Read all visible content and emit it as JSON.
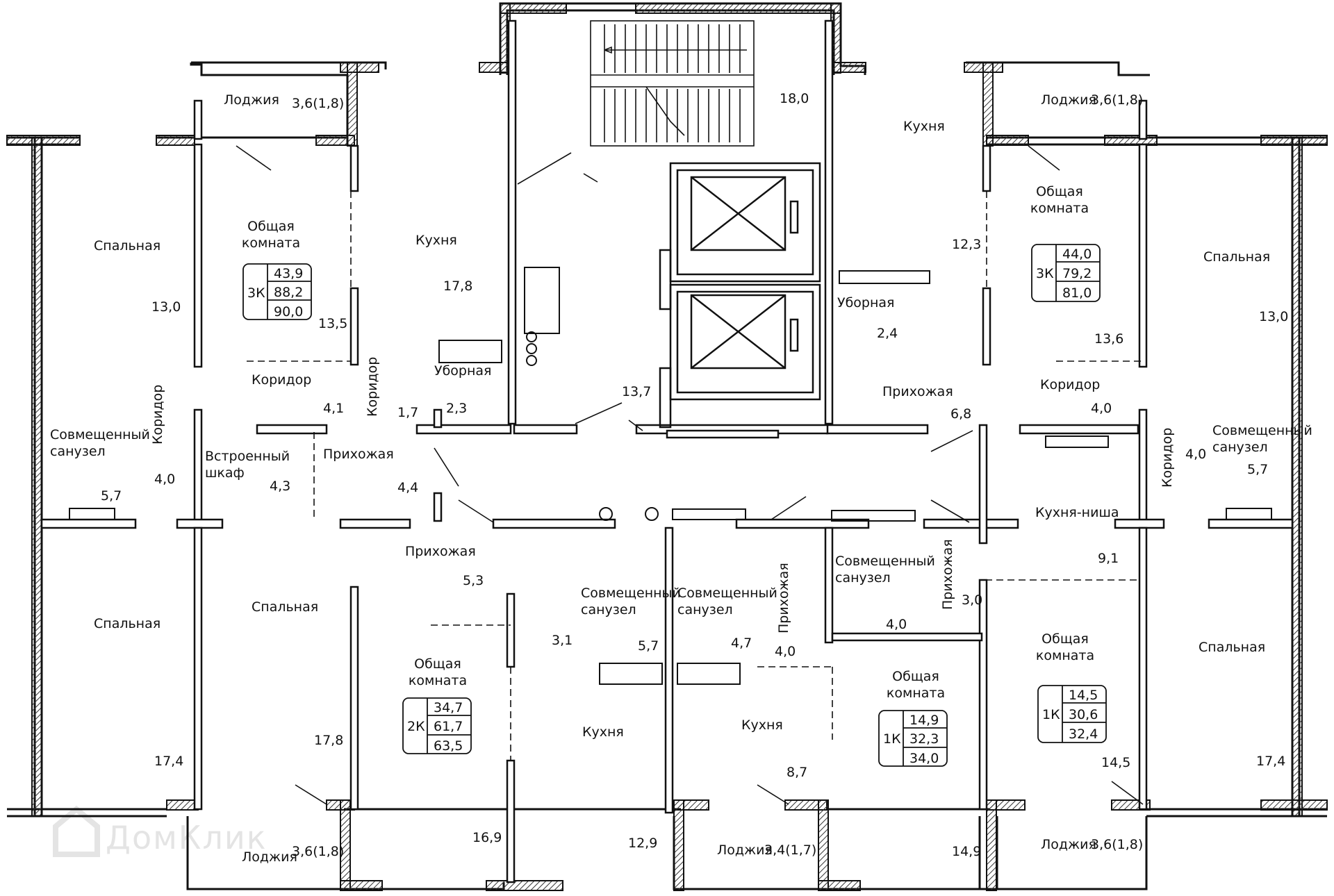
{
  "watermark": "ДомКлик",
  "colors": {
    "line": "#111111",
    "hatch": "#333333",
    "background": "#ffffff",
    "watermark": "#e4e4e4"
  },
  "rooms": [
    {
      "name": "loggia-nw",
      "label": "Лоджия",
      "area": "3,6(1,8)"
    },
    {
      "name": "loggia-ne",
      "label": "Лоджия",
      "area": "3,6(1,8)"
    },
    {
      "name": "loggia-sw",
      "label": "Лоджия",
      "area": "3,6(1,8)"
    },
    {
      "name": "loggia-s",
      "label": "Лоджия",
      "area": "3,4(1,7)"
    },
    {
      "name": "loggia-se",
      "label": "Лоджия",
      "area": "3,6(1,8)"
    },
    {
      "name": "stair-hall",
      "label": "",
      "area": "18,0"
    },
    {
      "name": "kitchen-nw",
      "label": "Кухня",
      "area": "17,8"
    },
    {
      "name": "kitchen-ne",
      "label": "Кухня",
      "area": "12,3"
    },
    {
      "name": "living-nw",
      "label": "Общая комната",
      "area": "13,5"
    },
    {
      "name": "living-ne",
      "label": "Общая комната",
      "area": "13,6"
    },
    {
      "name": "bedroom-nw",
      "label": "Спальная",
      "area": "13,0"
    },
    {
      "name": "bedroom-ne",
      "label": "Спальная",
      "area": "13,0"
    },
    {
      "name": "bathroom-w",
      "label": "Совмещенный санузел",
      "area": "5,7"
    },
    {
      "name": "bathroom-e",
      "label": "Совмещенный санузел",
      "area": "5,7"
    },
    {
      "name": "corridor-w-vertical",
      "label": "Коридор",
      "area": "4,0"
    },
    {
      "name": "corridor-e-vertical",
      "label": "Коридор",
      "area": "4,0"
    },
    {
      "name": "corridor-nw",
      "label": "Коридор",
      "area": "4,1"
    },
    {
      "name": "corridor-ne",
      "label": "Коридор",
      "area": "4,0"
    },
    {
      "name": "corridor-center-vertical",
      "label": "Коридор",
      "area": ""
    },
    {
      "name": "wardrobe",
      "label": "Встроенный шкаф",
      "area": "4,3"
    },
    {
      "name": "hallway-nw",
      "label": "Прихожая",
      "area": "4,4"
    },
    {
      "name": "hallway-ne",
      "label": "Прихожая",
      "area": "6,8"
    },
    {
      "name": "toilet-w",
      "label": "Уборная",
      "area": "1,7"
    },
    {
      "name": "toilet-w-extra",
      "label": "",
      "area": "2,3"
    },
    {
      "name": "toilet-e",
      "label": "Уборная",
      "area": "2,4"
    },
    {
      "name": "lobby",
      "label": "",
      "area": "13,7"
    },
    {
      "name": "kitchen-niche",
      "label": "Кухня-ниша",
      "area": "9,1"
    },
    {
      "name": "hallway-e-small",
      "label": "Прихожая",
      "area": "3,0"
    },
    {
      "name": "bathroom-center-e",
      "label": "Совмещенный санузел",
      "area": "4,0"
    },
    {
      "name": "hallway-sw",
      "label": "Прихожая",
      "area": "5,3"
    },
    {
      "name": "bedroom-sw-far",
      "label": "Спальная",
      "area": "17,4"
    },
    {
      "name": "bedroom-sw",
      "label": "Спальная",
      "area": "17,8"
    },
    {
      "name": "living-s2k",
      "label": "Общая комната",
      "area": "16,9"
    },
    {
      "name": "bathroom-s-left",
      "label": "Совмещенный санузел",
      "area": "5,7"
    },
    {
      "name": "hallway-s-small",
      "label": "",
      "area": "3,1"
    },
    {
      "name": "kitchen-s-left",
      "label": "Кухня",
      "area": "12,9"
    },
    {
      "name": "bathroom-s-right",
      "label": "Совмещенный санузел",
      "area": "4,7"
    },
    {
      "name": "hallway-s-right",
      "label": "Прихожая",
      "area": "4,0"
    },
    {
      "name": "kitchen-s-right",
      "label": "Кухня",
      "area": "8,7"
    },
    {
      "name": "living-s1k",
      "label": "Общая комната",
      "area": "14,9"
    },
    {
      "name": "living-se1k",
      "label": "Общая комната",
      "area": "14,5"
    },
    {
      "name": "bedroom-se",
      "label": "Спальная",
      "area": "17,4"
    }
  ],
  "apartments": [
    {
      "name": "apt-3k-west",
      "type": "3К",
      "living": "43,9",
      "total": "88,2",
      "total_with_loggia": "90,0"
    },
    {
      "name": "apt-3k-east",
      "type": "3К",
      "living": "44,0",
      "total": "79,2",
      "total_with_loggia": "81,0"
    },
    {
      "name": "apt-2k-south",
      "type": "2К",
      "living": "34,7",
      "total": "61,7",
      "total_with_loggia": "63,5"
    },
    {
      "name": "apt-1k-south",
      "type": "1К",
      "living": "14,9",
      "total": "32,3",
      "total_with_loggia": "34,0"
    },
    {
      "name": "apt-1k-east",
      "type": "1К",
      "living": "14,5",
      "total": "30,6",
      "total_with_loggia": "32,4"
    }
  ]
}
